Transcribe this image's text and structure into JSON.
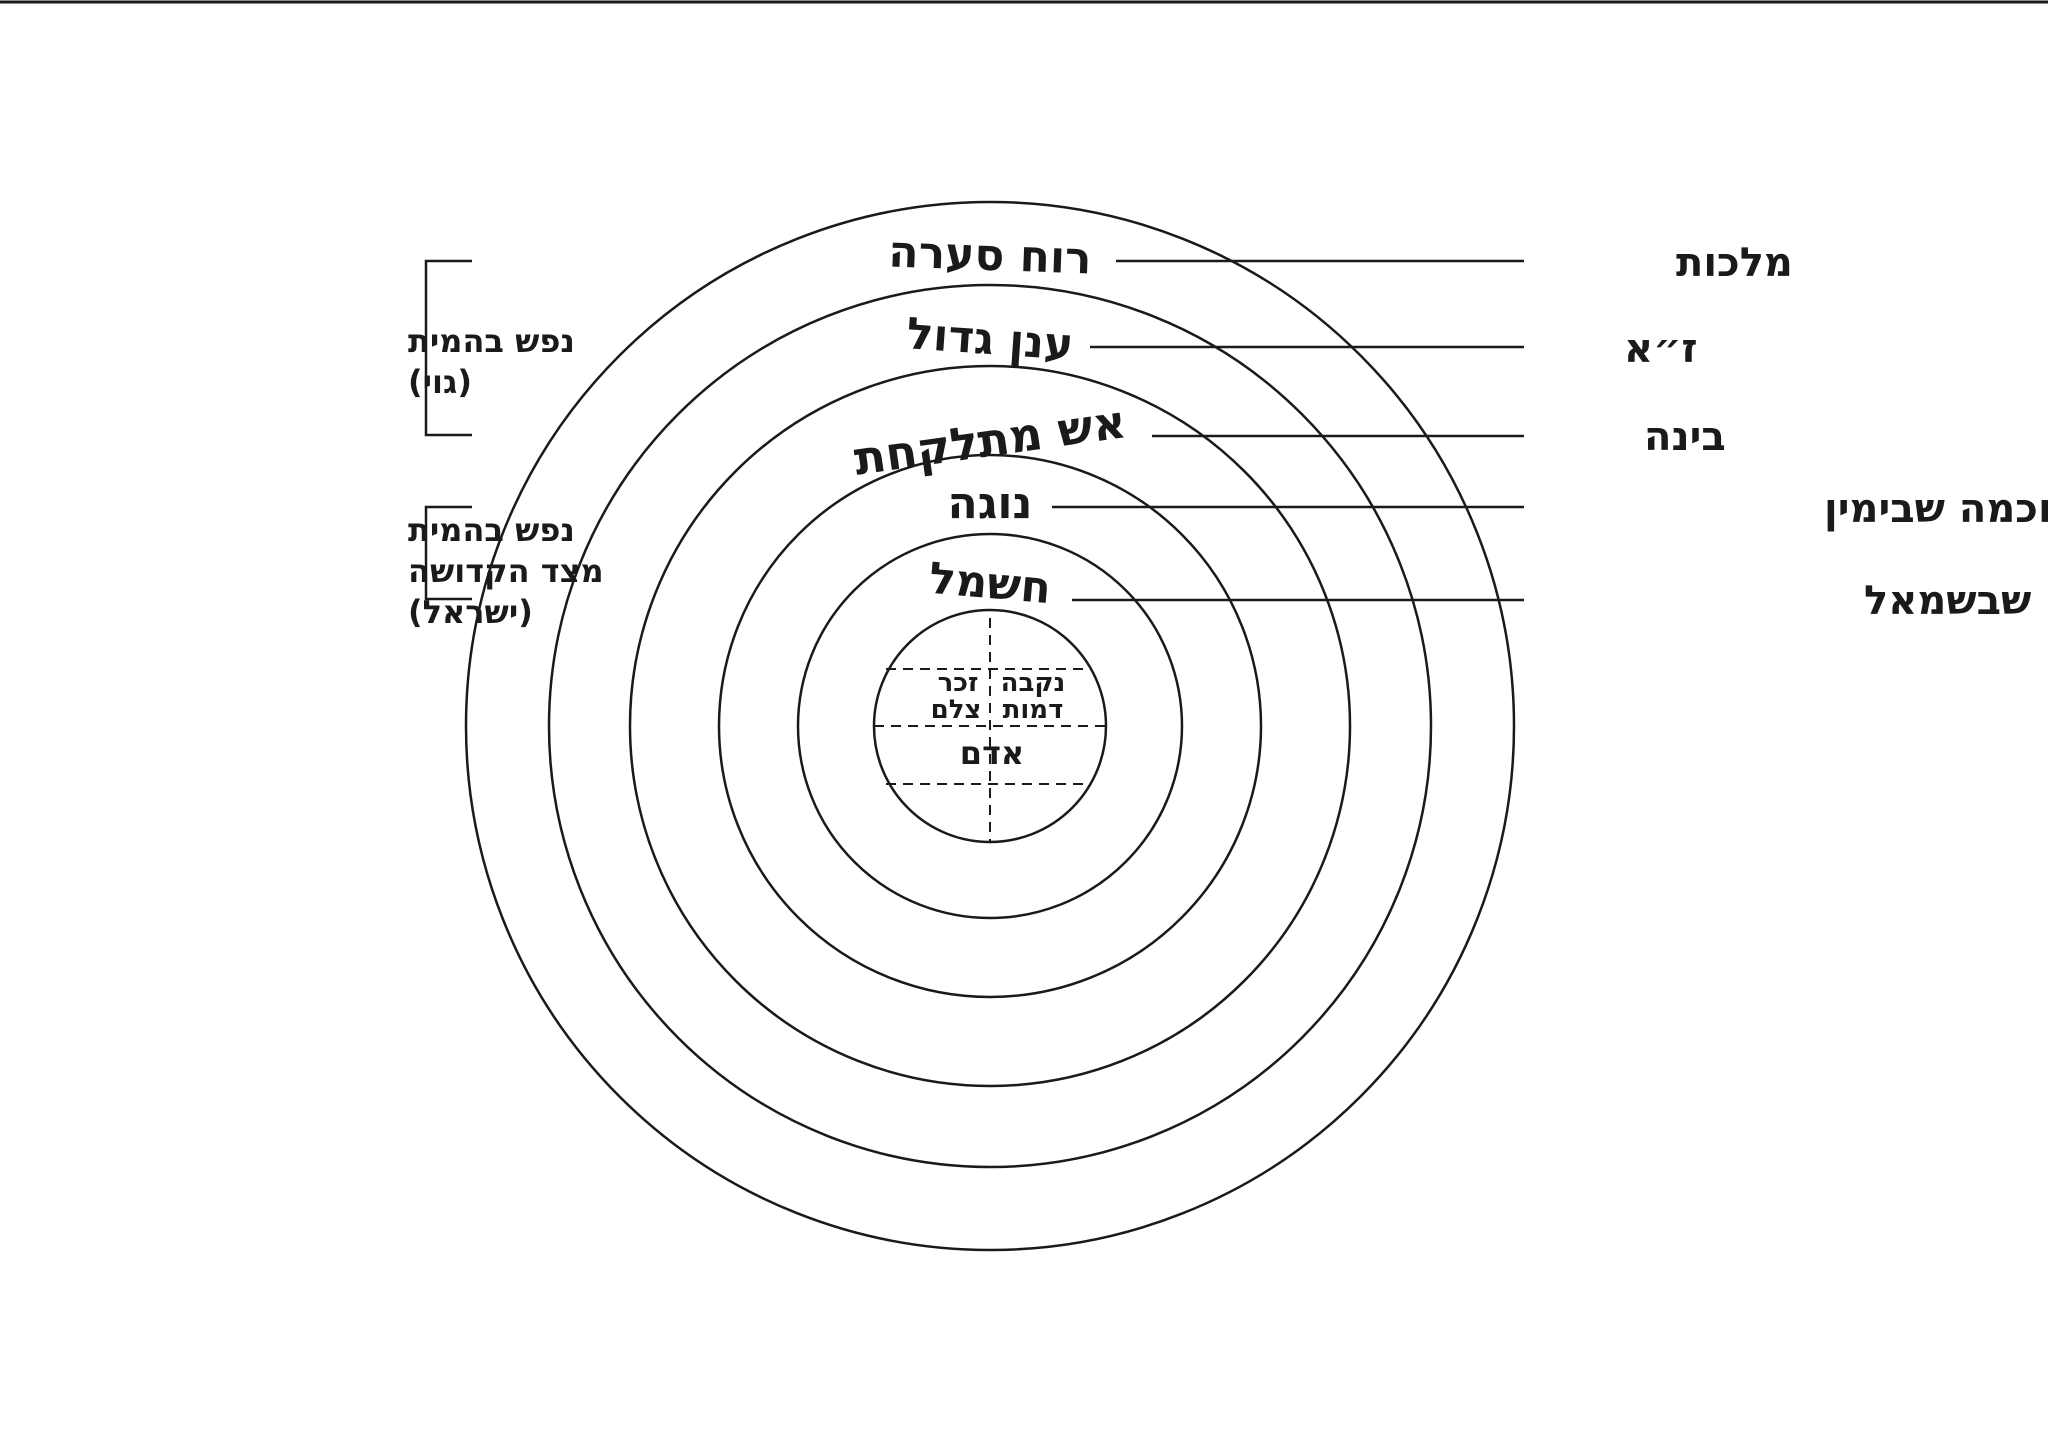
{
  "rings": [
    {
      "name": "ring-ruach-searah",
      "label": "רוח סערה"
    },
    {
      "name": "ring-anan-gadol",
      "label": "ענן גדול"
    },
    {
      "name": "ring-esh-mitlakachat",
      "label": "אש מתלקחת"
    },
    {
      "name": "ring-nogah",
      "label": "נוגה"
    },
    {
      "name": "ring-chashmal",
      "label": "חשמל"
    }
  ],
  "sefirot": [
    {
      "label": "מלכות"
    },
    {
      "label": "ז״א"
    },
    {
      "label": "בינה"
    },
    {
      "label": "חכמה שבימין"
    },
    {
      "label": "חכמה שבשמאל"
    }
  ],
  "center": {
    "male": "זכר",
    "female": "נקבה",
    "image": "צלם",
    "likeness": "דמות",
    "adam": "אדם"
  },
  "left_groups": [
    {
      "line1": "נפש בהמית",
      "line2": "(גוי)"
    },
    {
      "line1": "נפש בהמית",
      "line2": "מצד הקדושה",
      "line3": "(ישראל)"
    }
  ],
  "colors": {
    "stroke": "#1a1a1a",
    "background": "#ffffff"
  }
}
